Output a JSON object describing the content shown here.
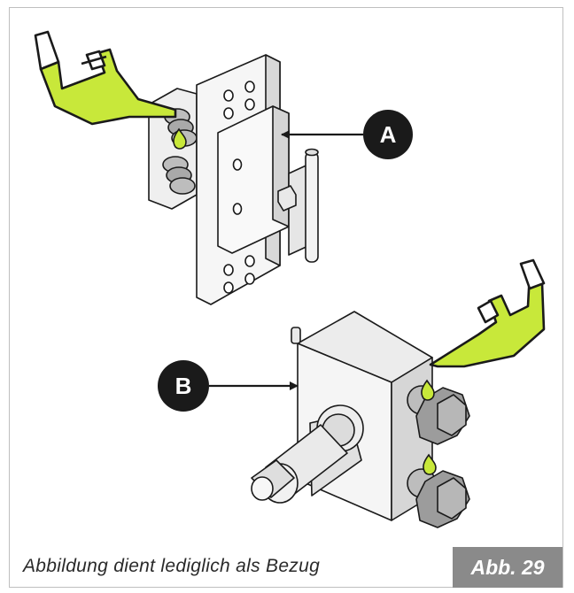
{
  "callouts": {
    "a": "A",
    "b": "B"
  },
  "caption": "Abbildung dient lediglich als Bezug",
  "figure_label": "Abb. 29",
  "colors": {
    "oil_green": "#c8e83a",
    "outline": "#1a1a1a",
    "part_fill": "#f4f4f4",
    "shade": "#c9c9c9",
    "figure_box": "#8a8a8a"
  },
  "icons": [
    "oil-can-icon",
    "oil-drop-icon",
    "hinge-part",
    "lock-part"
  ]
}
